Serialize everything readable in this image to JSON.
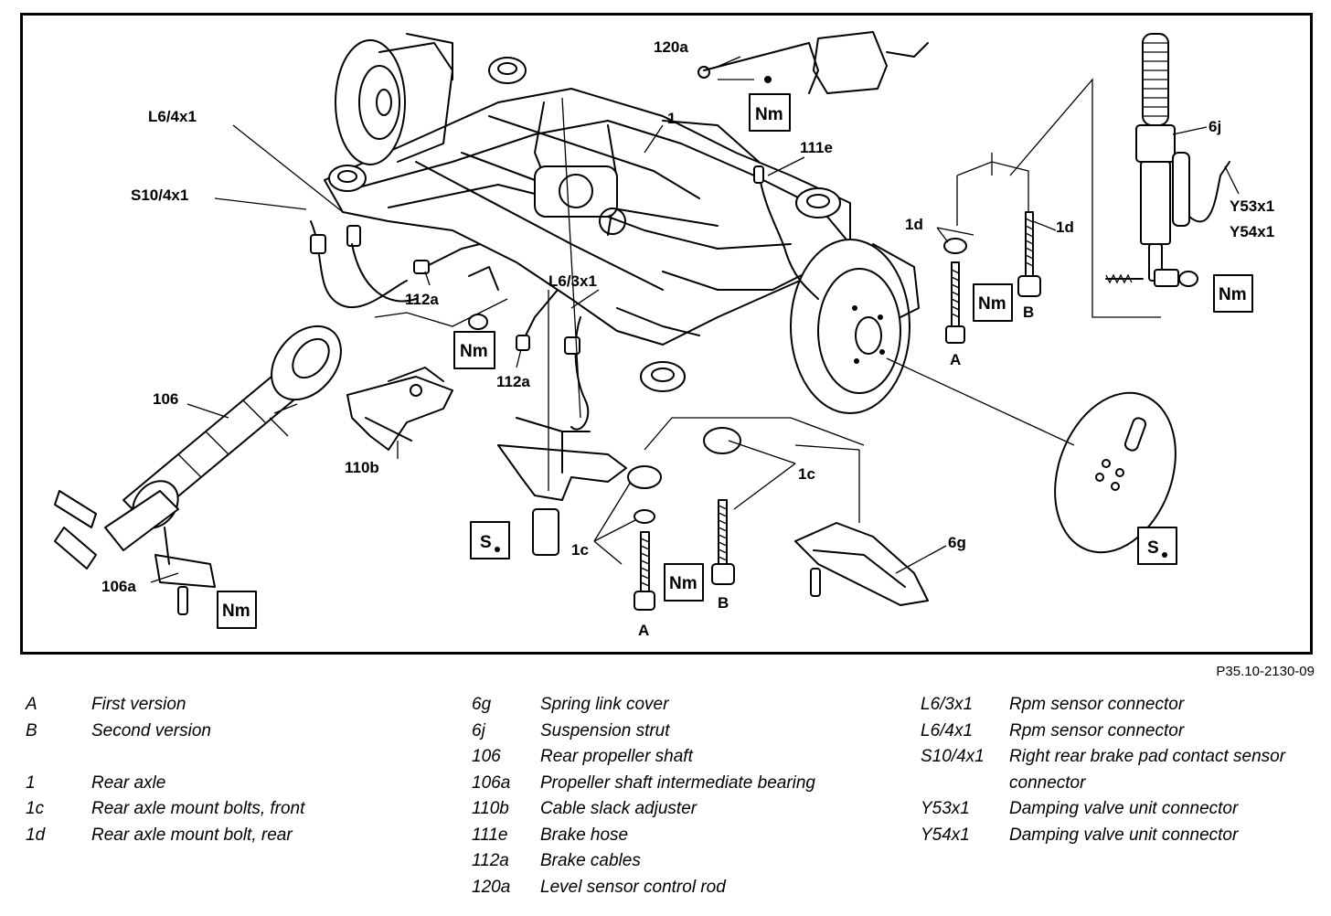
{
  "diagram": {
    "labels": {
      "lbl_120a": "120a",
      "lbl_1": "1",
      "lbl_6j": "6j",
      "lbl_l64x1": "L6/4x1",
      "lbl_111e": "111e",
      "lbl_s104x1": "S10/4x1",
      "lbl_1d_left": "1d",
      "lbl_1d_right": "1d",
      "lbl_y53x1": "Y53x1",
      "lbl_y54x1": "Y54x1",
      "lbl_l63x1": "L6/3x1",
      "lbl_112a_top": "112a",
      "lbl_112a_mid": "112a",
      "lbl_106": "106",
      "lbl_110b": "110b",
      "lbl_1c_left": "1c",
      "lbl_1c_right": "1c",
      "lbl_6g": "6g",
      "lbl_106a": "106a",
      "lbl_a_right": "A",
      "lbl_b_right": "B",
      "lbl_a_bottom": "A",
      "lbl_b_bottom": "B"
    },
    "torque_box": "Nm",
    "special_tool_box": "S",
    "figure_code": "P35.10-2130-09"
  },
  "legend": {
    "col1": [
      {
        "code": "A",
        "desc": "First version"
      },
      {
        "code": "B",
        "desc": "Second version"
      },
      {
        "code": "1",
        "desc": "Rear axle"
      },
      {
        "code": "1c",
        "desc": "Rear axle mount bolts, front"
      },
      {
        "code": "1d",
        "desc": "Rear axle mount bolt, rear"
      }
    ],
    "col2": [
      {
        "code": "6g",
        "desc": "Spring link cover"
      },
      {
        "code": "6j",
        "desc": "Suspension strut"
      },
      {
        "code": "106",
        "desc": "Rear propeller shaft"
      },
      {
        "code": "106a",
        "desc": "Propeller shaft intermediate bearing"
      },
      {
        "code": "110b",
        "desc": "Cable slack adjuster"
      },
      {
        "code": "111e",
        "desc": "Brake hose"
      },
      {
        "code": "112a",
        "desc": "Brake cables"
      },
      {
        "code": "120a",
        "desc": "Level sensor control rod"
      }
    ],
    "col3": [
      {
        "code": "L6/3x1",
        "desc": "Rpm sensor connector"
      },
      {
        "code": "L6/4x1",
        "desc": "Rpm sensor connector"
      },
      {
        "code": "S10/4x1",
        "desc": "Right rear brake pad contact sensor connector"
      },
      {
        "code": "Y53x1",
        "desc": "Damping valve unit connector"
      },
      {
        "code": "Y54x1",
        "desc": "Damping valve unit connector"
      }
    ]
  }
}
